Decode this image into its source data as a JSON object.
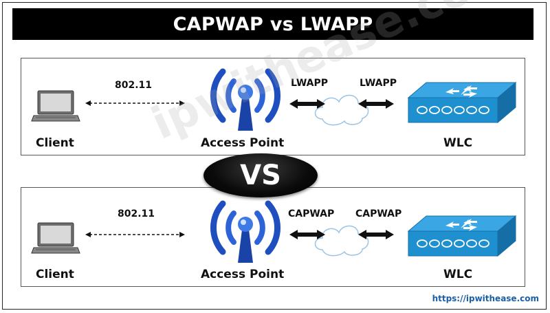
{
  "title": "CAPWAP vs LWAPP",
  "vs_label": "VS",
  "footer_url": "https://ipwithease.com",
  "watermark": "ipwithease.com",
  "colors": {
    "banner": "#000000",
    "ap_blue": "#1f4fbf",
    "wlc_blue": "#1e8fcf",
    "footer": "#1b5fa8"
  },
  "top_panel": {
    "client_label": "Client",
    "link_label": "802.11",
    "ap_label": "Access Point",
    "wlc_label": "WLC",
    "left_protocol": "LWAPP",
    "right_protocol": "LWAPP"
  },
  "bottom_panel": {
    "client_label": "Client",
    "link_label": "802.11",
    "ap_label": "Access Point",
    "wlc_label": "WLC",
    "left_protocol": "CAPWAP",
    "right_protocol": "CAPWAP"
  },
  "icons": [
    "laptop-icon",
    "access-point-icon",
    "cloud-icon",
    "wlc-switch-icon",
    "double-arrow-icon"
  ]
}
